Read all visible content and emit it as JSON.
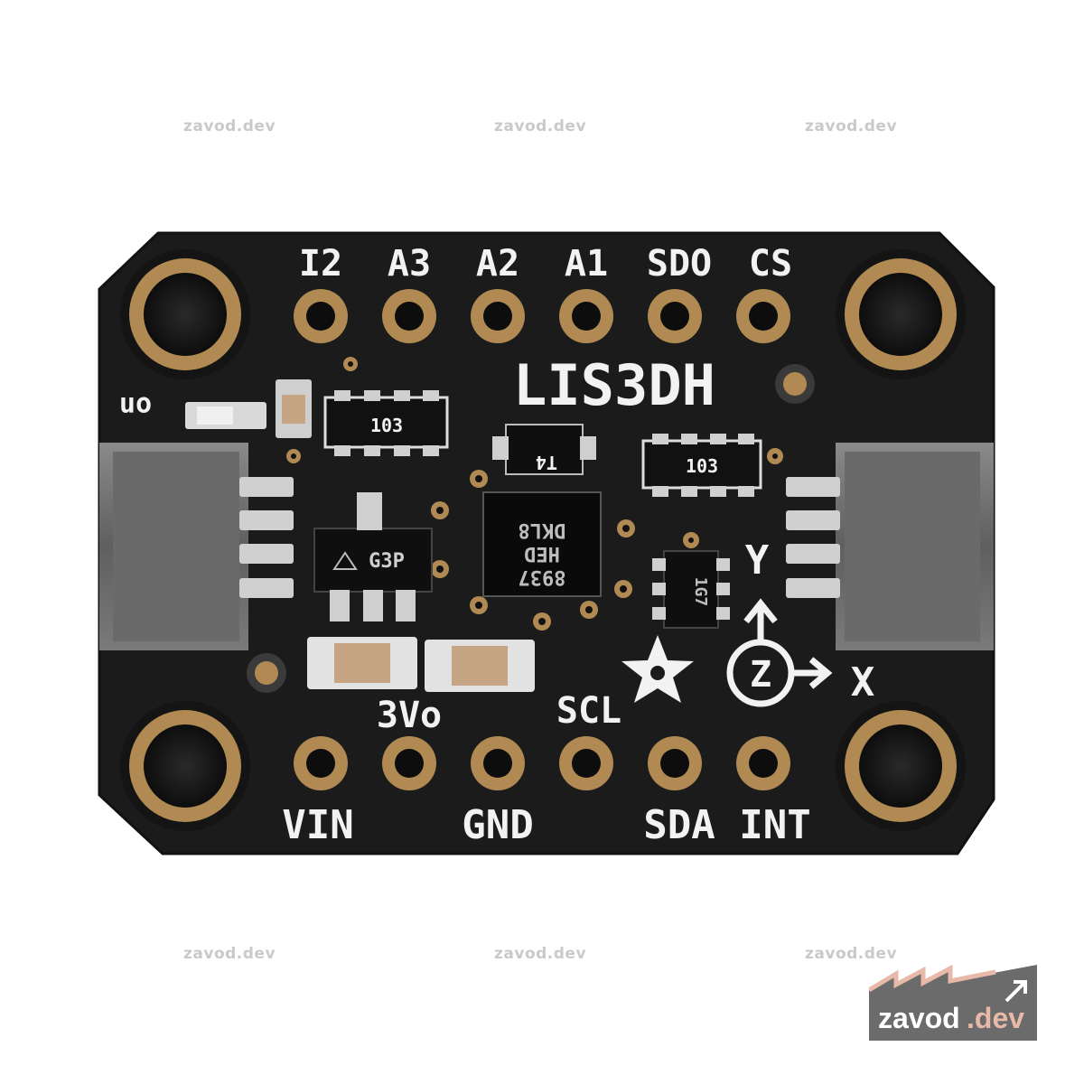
{
  "watermark_text": "zavod.dev",
  "board": {
    "title": "LIS3DH",
    "top_pins": [
      "I2",
      "A3",
      "A2",
      "A1",
      "SDO",
      "CS"
    ],
    "bottom_pins": [
      "VIN",
      "GND",
      "SDA",
      "INT"
    ],
    "bottom_labels_upper": [
      "3Vo",
      "SCL"
    ],
    "on_label": "on",
    "chip_main_lines": [
      "DKL8",
      "HED",
      "8937"
    ],
    "chip_regulator": "G3P",
    "resistor_label": "103",
    "small_chip": "T4",
    "small_chip_right": "1G7",
    "axis_labels": {
      "x": "X",
      "y": "Y",
      "z": "Z"
    }
  },
  "colors": {
    "pcb": "#1b1b1b",
    "gold": "#b08a52",
    "silkscreen": "#f2f2f2",
    "connector": "#6f6f6f",
    "logo_bg": "#6b6b6b",
    "logo_accent": "#e8b8a8"
  },
  "logo": {
    "brand": "zavod",
    "suffix": ".dev"
  }
}
